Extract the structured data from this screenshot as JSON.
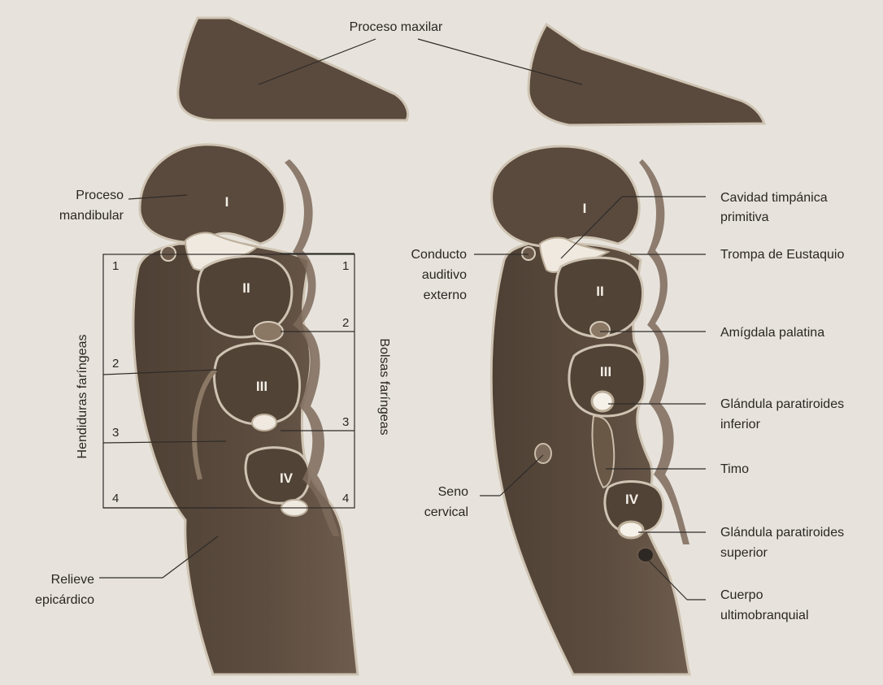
{
  "labels": {
    "proceso_maxilar": "Proceso maxilar",
    "proceso_mandibular": [
      "Proceso",
      "mandibular"
    ],
    "hendiduras_faringeas": "Hendiduras faríngeas",
    "bolsas_faringeas": "Bolsas faríngeas",
    "relieve_epicardico": [
      "Relieve",
      "epicárdico"
    ],
    "conducto_auditivo_externo": [
      "Conducto",
      "auditivo",
      "externo"
    ],
    "seno_cervical": [
      "Seno",
      "cervical"
    ],
    "cavidad_timpanica_primitiva": [
      "Cavidad timpánica",
      "primitiva"
    ],
    "trompa_de_eustaquio": "Trompa de Eustaquio",
    "amigdala_palatina": "Amígdala palatina",
    "glandula_paratiroides_inferior": [
      "Glándula paratiroides",
      "inferior"
    ],
    "timo": "Timo",
    "glandula_paratiroides_superior": [
      "Glándula paratiroides",
      "superior"
    ],
    "cuerpo_ultimobranquial": [
      "Cuerpo",
      "ultimobranquial"
    ]
  },
  "arch_numerals": {
    "left": [
      "I",
      "II",
      "III",
      "IV"
    ],
    "right": [
      "I",
      "II",
      "III",
      "IV"
    ]
  },
  "cleft_numbers": [
    "1",
    "2",
    "3",
    "4"
  ],
  "pouch_numbers": [
    "1",
    "2",
    "3",
    "4"
  ]
}
